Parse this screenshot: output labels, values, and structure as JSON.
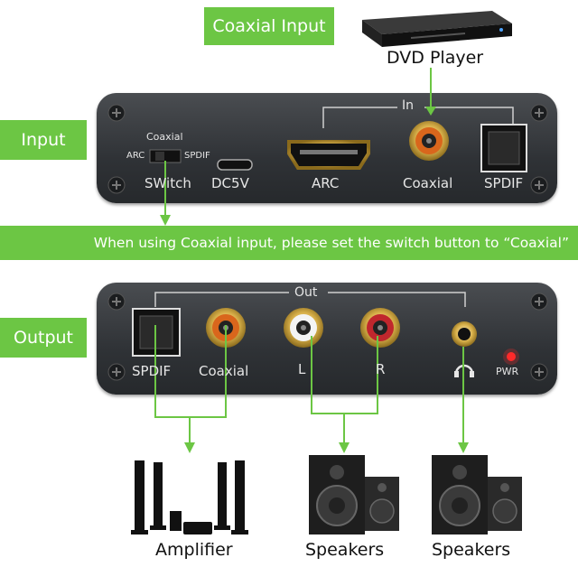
{
  "top_tag": "Coaxial Input",
  "dvd_label": "DVD Player",
  "side_input": "Input",
  "side_output": "Output",
  "banner": "When using Coaxial input, please set the switch button to “Coaxial”",
  "input_panel": {
    "group_label": "In",
    "switch_top": "Coaxial",
    "switch_left": "ARC",
    "switch_right": "SPDIF",
    "switch_name": "SWitch",
    "dc": "DC5V",
    "arc": "ARC",
    "coaxial": "Coaxial",
    "spdif": "SPDIF"
  },
  "output_panel": {
    "group_label": "Out",
    "spdif": "SPDIF",
    "coaxial": "Coaxial",
    "left": "L",
    "right": "R",
    "pwr": "PWR"
  },
  "devices": {
    "amplifier": "Amplifier",
    "speakers_1": "Speakers",
    "speakers_2": "Speakers"
  },
  "colors": {
    "accent_green": "#6cc644",
    "panel": "#33363a",
    "rca_red": "#c0272d",
    "rca_orange": "#d9661c",
    "pwr_led": "#ff2a2a"
  }
}
